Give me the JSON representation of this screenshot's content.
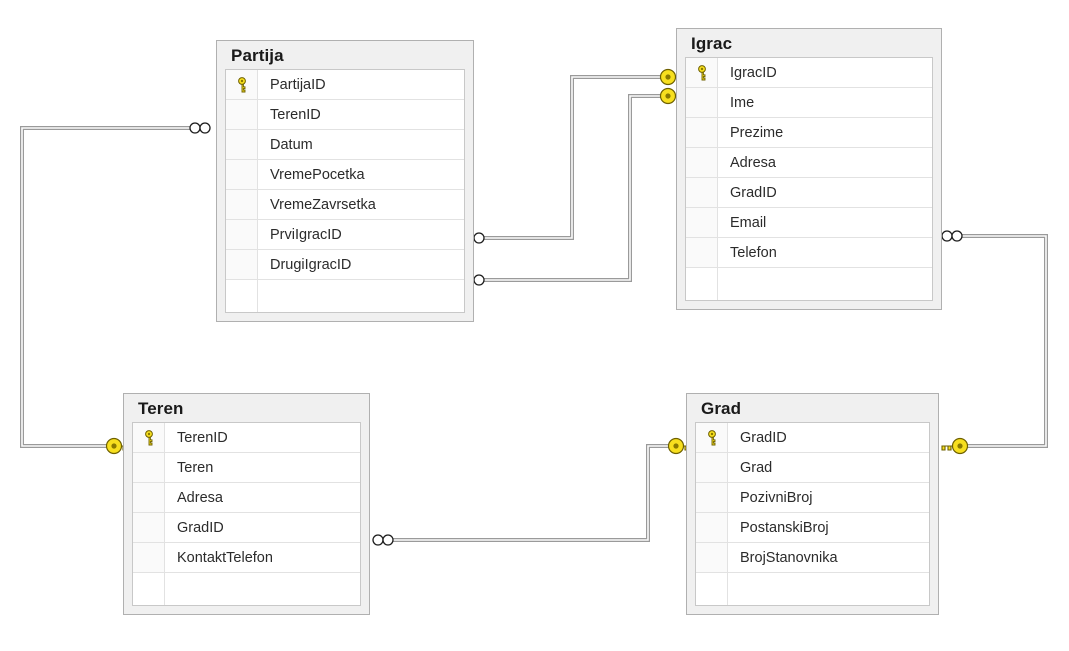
{
  "diagram": {
    "kind": "database-er-diagram",
    "colors": {
      "entity_frame": "#f0f0f0",
      "entity_border": "#b0b0b0",
      "grid_background": "#ffffff",
      "row_divider": "#e2e2e2",
      "title_text": "#1a1a1a",
      "field_text": "#2b2b2b",
      "relation_line": "#9a9a9a",
      "key_icon": "#f7df1e",
      "key_icon_outline": "#7a6a00"
    },
    "entities": [
      {
        "id": "partija",
        "name": "Partija",
        "fields": [
          {
            "name": "PartijaID",
            "pk": true
          },
          {
            "name": "TerenID",
            "pk": false
          },
          {
            "name": "Datum",
            "pk": false
          },
          {
            "name": "VremePocetka",
            "pk": false
          },
          {
            "name": "VremeZavrsetka",
            "pk": false
          },
          {
            "name": "PrviIgracID",
            "pk": false
          },
          {
            "name": "DrugiIgracID",
            "pk": false
          }
        ]
      },
      {
        "id": "igrac",
        "name": "Igrac",
        "fields": [
          {
            "name": "IgracID",
            "pk": true
          },
          {
            "name": "Ime",
            "pk": false
          },
          {
            "name": "Prezime",
            "pk": false
          },
          {
            "name": "Adresa",
            "pk": false
          },
          {
            "name": "GradID",
            "pk": false
          },
          {
            "name": "Email",
            "pk": false
          },
          {
            "name": "Telefon",
            "pk": false
          }
        ]
      },
      {
        "id": "teren",
        "name": "Teren",
        "fields": [
          {
            "name": "TerenID",
            "pk": true
          },
          {
            "name": "Teren",
            "pk": false
          },
          {
            "name": "Adresa",
            "pk": false
          },
          {
            "name": "GradID",
            "pk": false
          },
          {
            "name": "KontaktTelefon",
            "pk": false
          }
        ]
      },
      {
        "id": "grad",
        "name": "Grad",
        "fields": [
          {
            "name": "GradID",
            "pk": true
          },
          {
            "name": "Grad",
            "pk": false
          },
          {
            "name": "PozivniBroj",
            "pk": false
          },
          {
            "name": "PostanskiBroj",
            "pk": false
          },
          {
            "name": "BrojStanovnika",
            "pk": false
          }
        ]
      }
    ],
    "relationships": [
      {
        "id": "partija-teren",
        "from_entity": "Partija",
        "from_field": "TerenID",
        "to_entity": "Teren",
        "to_field": "TerenID",
        "from_cardinality": "many",
        "to_cardinality": "one"
      },
      {
        "id": "partija-igrac-prvi",
        "from_entity": "Partija",
        "from_field": "PrviIgracID",
        "to_entity": "Igrac",
        "to_field": "IgracID",
        "from_cardinality": "many",
        "to_cardinality": "one"
      },
      {
        "id": "partija-igrac-drugi",
        "from_entity": "Partija",
        "from_field": "DrugiIgracID",
        "to_entity": "Igrac",
        "to_field": "IgracID",
        "from_cardinality": "many",
        "to_cardinality": "one"
      },
      {
        "id": "teren-grad",
        "from_entity": "Teren",
        "from_field": "GradID",
        "to_entity": "Grad",
        "to_field": "GradID",
        "from_cardinality": "many",
        "to_cardinality": "one"
      },
      {
        "id": "igrac-grad",
        "from_entity": "Igrac",
        "from_field": "GradID",
        "to_entity": "Grad",
        "to_field": "GradID",
        "from_cardinality": "many",
        "to_cardinality": "one"
      }
    ]
  }
}
